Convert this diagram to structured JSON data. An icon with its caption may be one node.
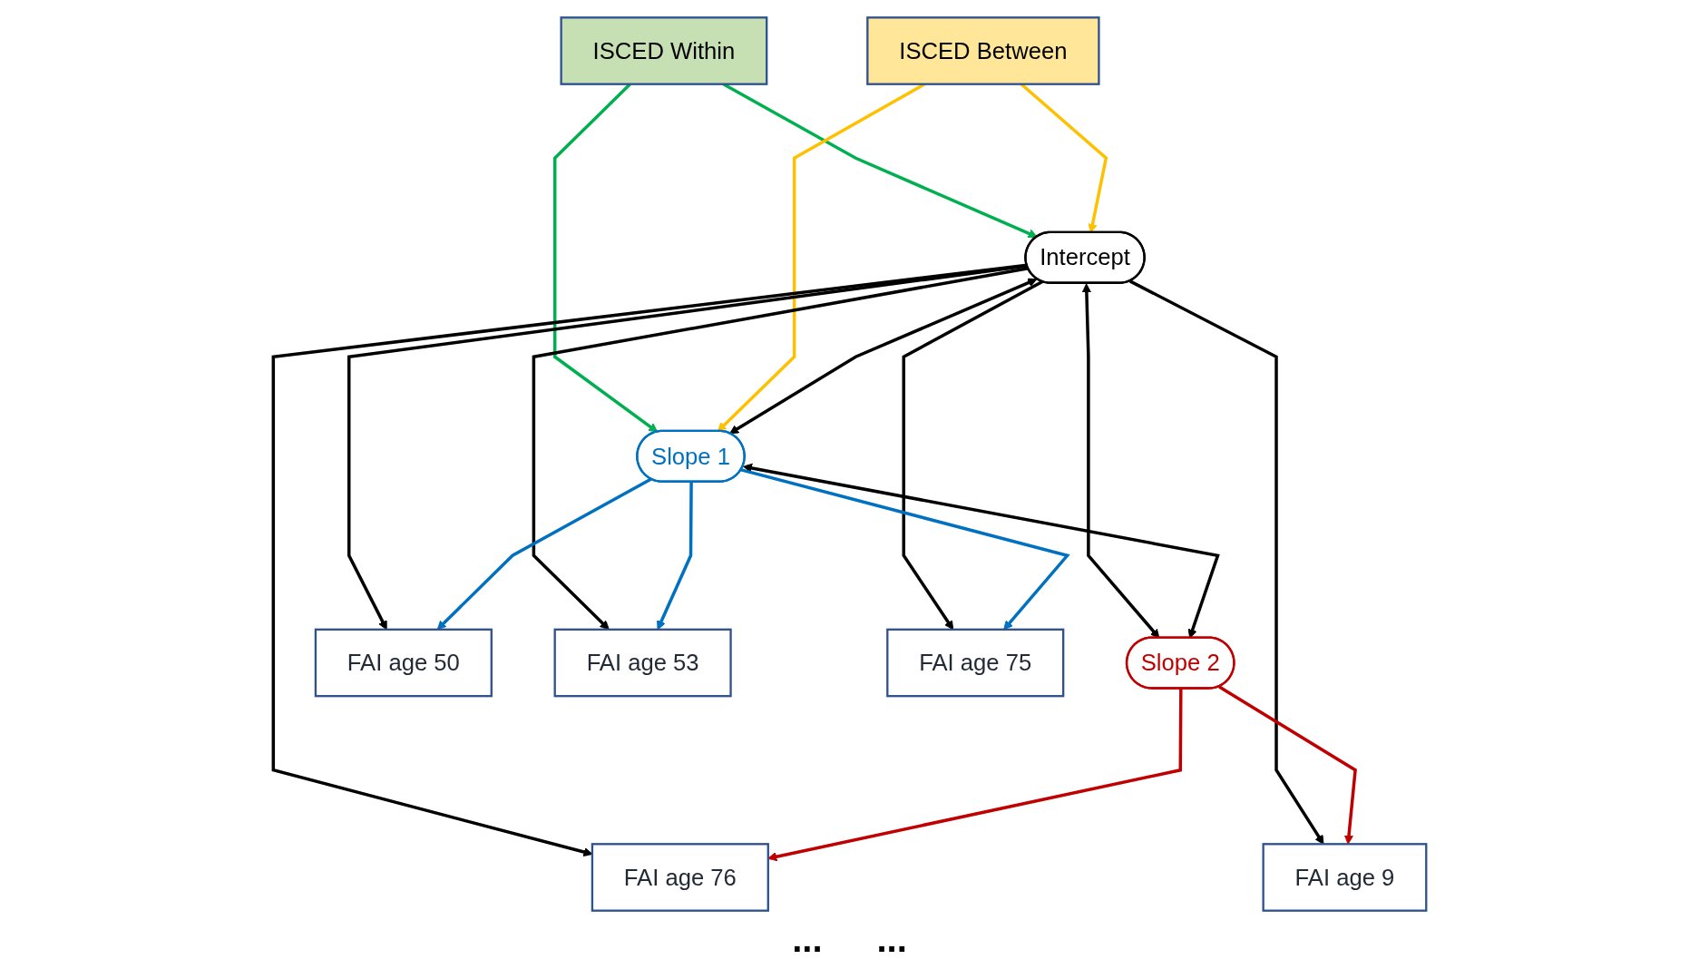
{
  "diagram": {
    "nodes": [
      {
        "text": [
          "ISCED Within"
        ]
      },
      {
        "text": [
          "ISCED Between"
        ]
      },
      {
        "text": [
          "Intercept"
        ]
      },
      {
        "text": [
          "Slope 1"
        ]
      },
      {
        "text": [
          "Slope 2"
        ]
      },
      {
        "text": [
          "FAI age 50"
        ]
      },
      {
        "text": [
          "FAI age 53"
        ]
      },
      {
        "text": [
          "FAI age 75"
        ]
      },
      {
        "text": [
          "FAI age 76"
        ]
      },
      {
        "text": [
          "FAI age 9"
        ]
      }
    ],
    "edges": [
      {
        "from": 0,
        "to": 2,
        "arrow": "to",
        "color": "#00b050"
      },
      {
        "from": 0,
        "to": 3,
        "arrow": "to",
        "color": "#00b050"
      },
      {
        "from": 1,
        "to": 2,
        "arrow": "to",
        "color": "#ffc000"
      },
      {
        "from": 1,
        "to": 3,
        "arrow": "to",
        "color": "#ffc000"
      },
      {
        "from": 2,
        "to": 4,
        "arrow": "both"
      },
      {
        "from": 2,
        "to": 3,
        "arrow": "both"
      },
      {
        "from": 3,
        "to": 4,
        "arrow": "both"
      },
      {
        "from": 2,
        "to": 5,
        "arrow": "to"
      },
      {
        "from": 2,
        "to": 6,
        "arrow": "to"
      },
      {
        "from": 2,
        "to": 7,
        "arrow": "to"
      },
      {
        "from": 2,
        "to": 8,
        "arrow": "to"
      },
      {
        "from": 2,
        "to": 9,
        "arrow": "to"
      },
      {
        "from": 3,
        "to": 5,
        "arrow": "to",
        "color": "#0070c0"
      },
      {
        "from": 3,
        "to": 6,
        "arrow": "to",
        "color": "#0070c0"
      },
      {
        "from": 3,
        "to": 7,
        "arrow": "to",
        "color": "#0070c0"
      },
      {
        "from": 4,
        "to": 8,
        "arrow": "to",
        "color": "#c00000"
      },
      {
        "from": 4,
        "to": 9,
        "arrow": "to",
        "color": "#c00000"
      }
    ],
    "labels": [
      "...",
      "..."
    ]
  }
}
